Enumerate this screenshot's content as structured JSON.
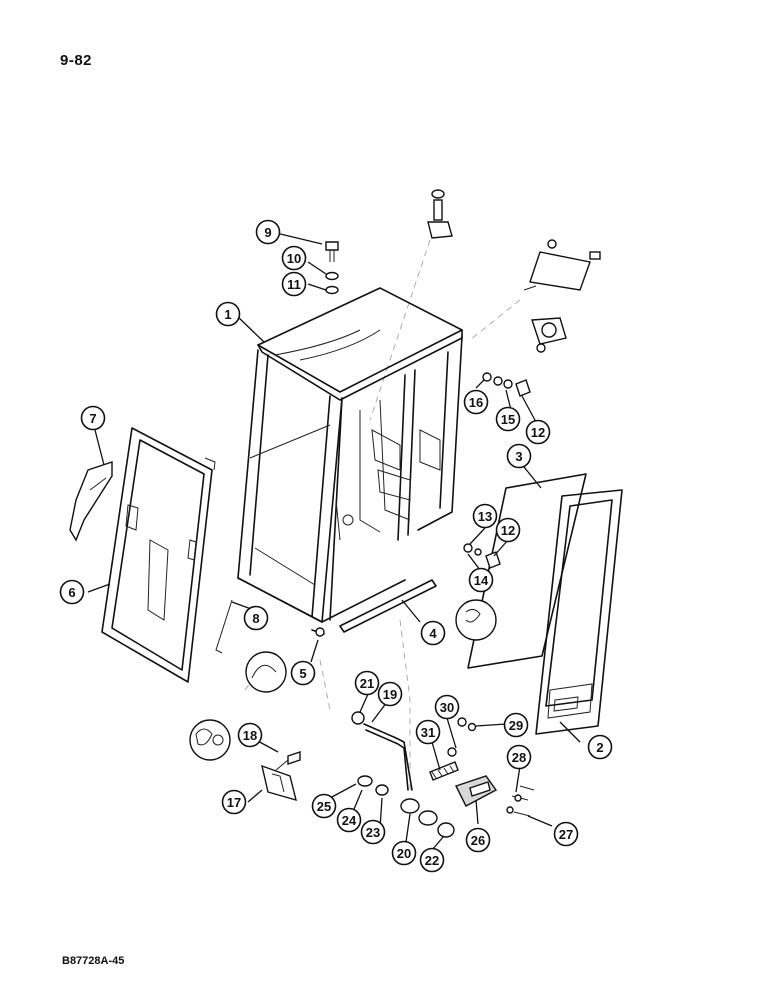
{
  "page_number": "9-82",
  "footer_code": "B87728A-45",
  "callouts": [
    {
      "id": "1",
      "label": "1"
    },
    {
      "id": "2",
      "label": "2"
    },
    {
      "id": "3",
      "label": "3"
    },
    {
      "id": "4",
      "label": "4"
    },
    {
      "id": "5",
      "label": "5"
    },
    {
      "id": "6",
      "label": "6"
    },
    {
      "id": "7",
      "label": "7"
    },
    {
      "id": "8",
      "label": "8"
    },
    {
      "id": "9",
      "label": "9"
    },
    {
      "id": "10",
      "label": "10"
    },
    {
      "id": "11",
      "label": "11"
    },
    {
      "id": "12a",
      "label": "12"
    },
    {
      "id": "12b",
      "label": "12"
    },
    {
      "id": "13",
      "label": "13"
    },
    {
      "id": "14",
      "label": "14"
    },
    {
      "id": "15",
      "label": "15"
    },
    {
      "id": "16",
      "label": "16"
    },
    {
      "id": "17",
      "label": "17"
    },
    {
      "id": "18",
      "label": "18"
    },
    {
      "id": "19",
      "label": "19"
    },
    {
      "id": "20",
      "label": "20"
    },
    {
      "id": "21",
      "label": "21"
    },
    {
      "id": "22",
      "label": "22"
    },
    {
      "id": "23",
      "label": "23"
    },
    {
      "id": "24",
      "label": "24"
    },
    {
      "id": "25",
      "label": "25"
    },
    {
      "id": "26",
      "label": "26"
    },
    {
      "id": "27",
      "label": "27"
    },
    {
      "id": "28",
      "label": "28"
    },
    {
      "id": "29",
      "label": "29"
    },
    {
      "id": "30",
      "label": "30"
    },
    {
      "id": "31",
      "label": "31"
    }
  ]
}
